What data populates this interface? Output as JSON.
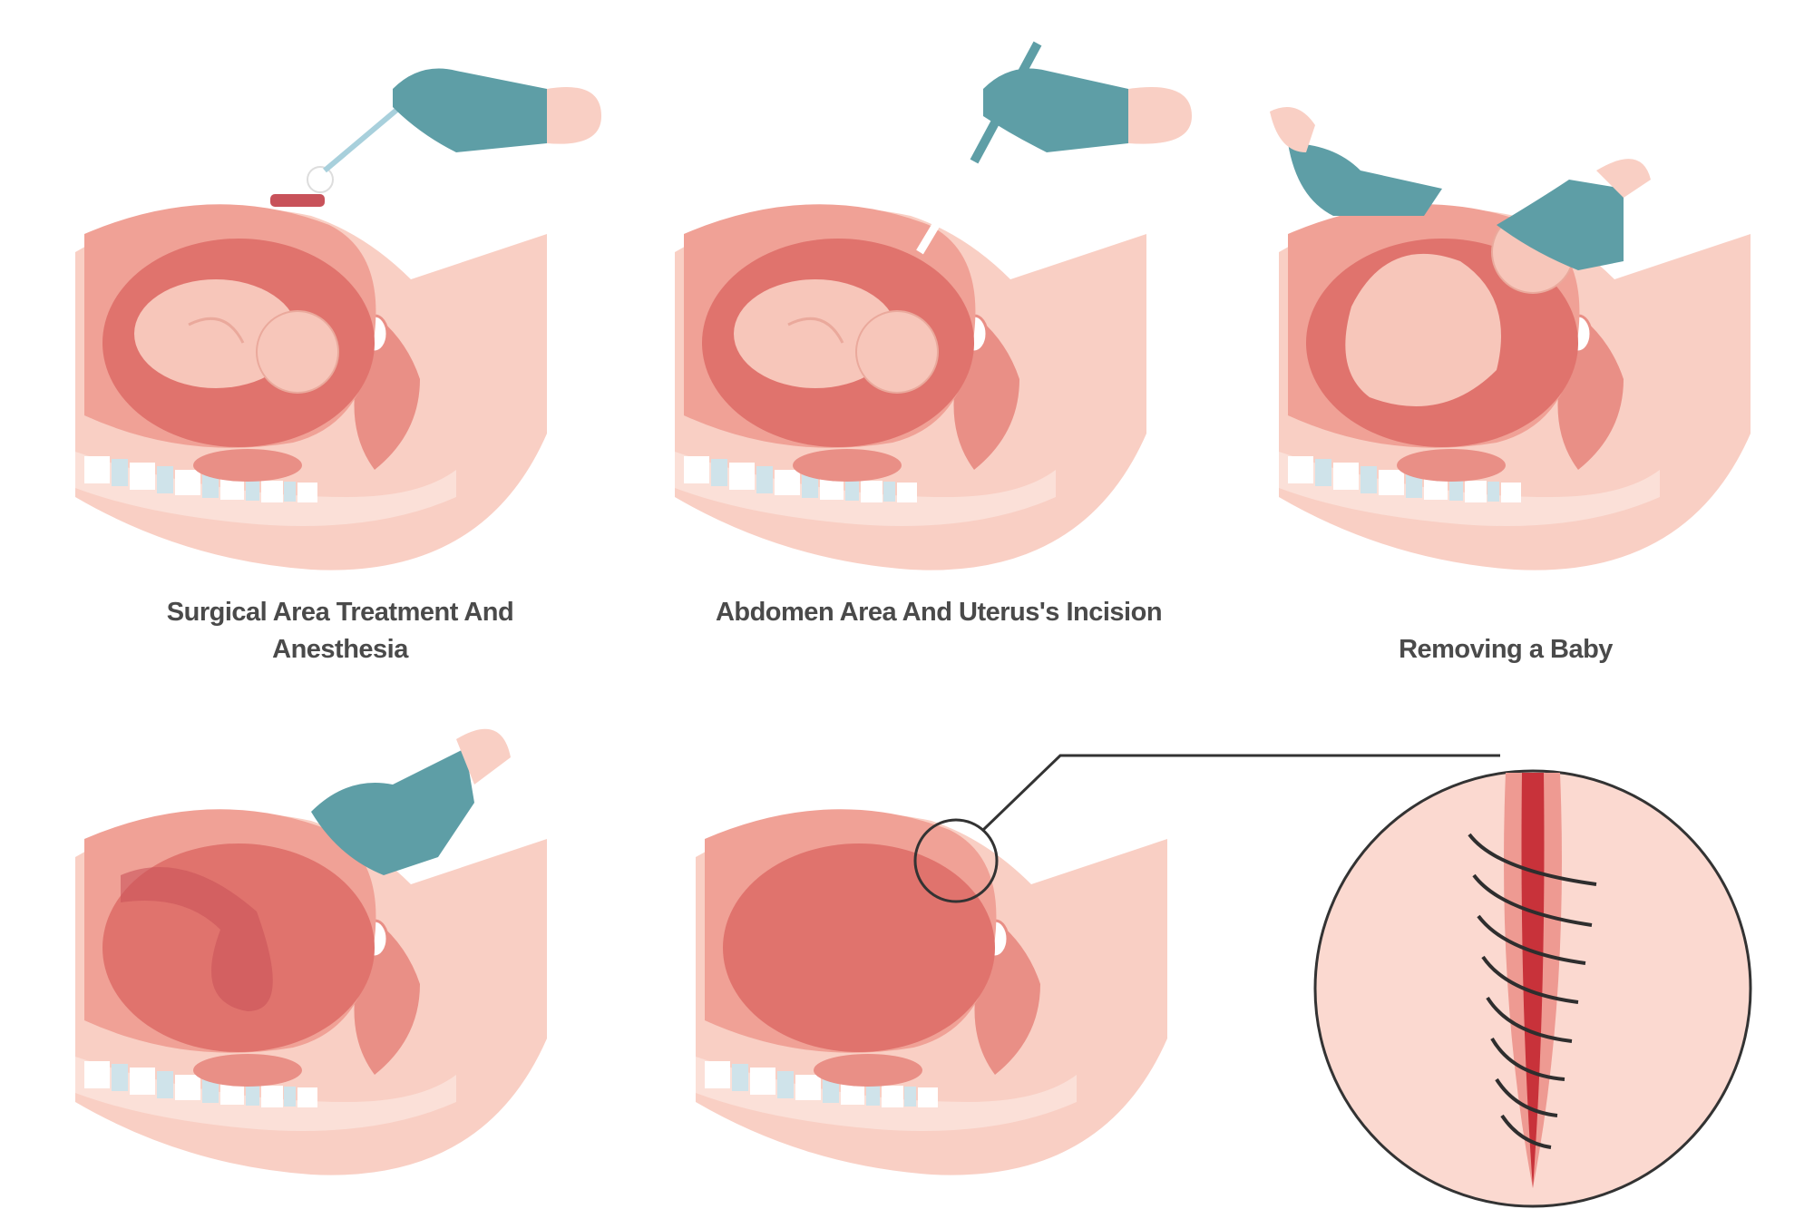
{
  "steps": [
    {
      "label": "Surgical Area Treatment And Anesthesia"
    },
    {
      "label": "Abdomen Area And Uterus's Incision"
    },
    {
      "label": "Removing a Baby"
    },
    {
      "label": ""
    },
    {
      "label": ""
    }
  ],
  "colors": {
    "skin": "#f9cfc4",
    "uterus_wall": "#f0a196",
    "cavity": "#e0736d",
    "fetus": "#f7c6ba",
    "glove": "#5e9ea6",
    "text": "#4a4a4a",
    "wound": "#c8323a"
  }
}
